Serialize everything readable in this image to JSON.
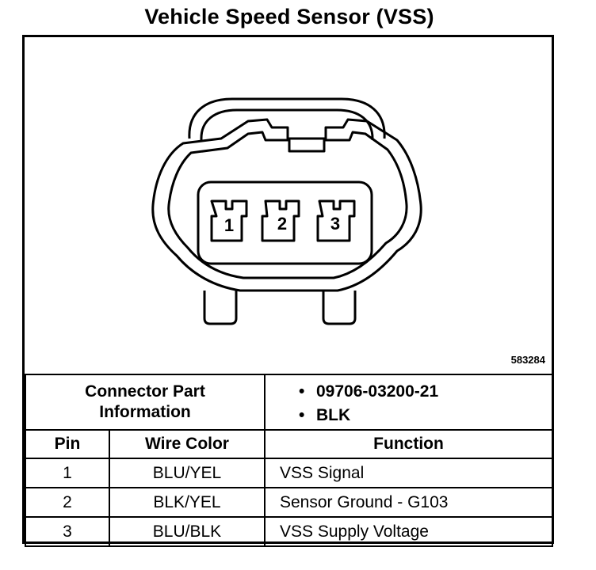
{
  "title": "Vehicle Speed Sensor (VSS)",
  "figure_number": "583284",
  "connector": {
    "pin_labels": [
      "1",
      "2",
      "3"
    ]
  },
  "connector_part": {
    "label_line1": "Connector Part",
    "label_line2": "Information",
    "items": [
      "09706-03200-21",
      "BLK"
    ],
    "bullet": "•"
  },
  "table": {
    "headers": [
      "Pin",
      "Wire Color",
      "Function"
    ],
    "rows": [
      {
        "pin": "1",
        "color": "BLU/YEL",
        "function": "VSS Signal"
      },
      {
        "pin": "2",
        "color": "BLK/YEL",
        "function": "Sensor Ground - G103"
      },
      {
        "pin": "3",
        "color": "BLU/BLK",
        "function": "VSS Supply Voltage"
      }
    ]
  }
}
